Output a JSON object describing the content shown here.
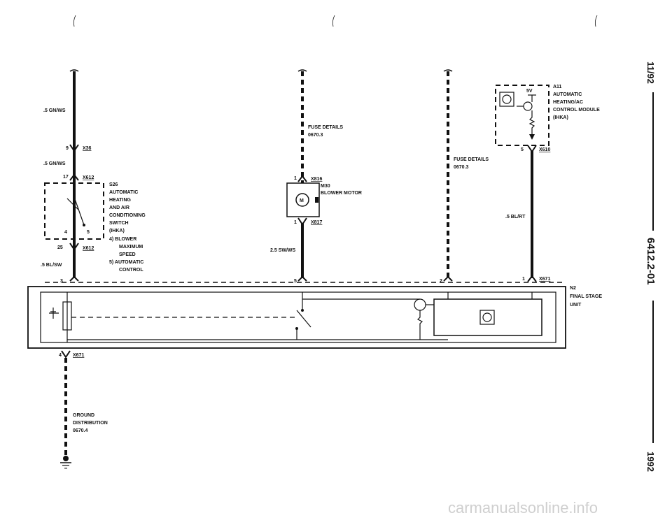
{
  "components": {
    "s26": {
      "code": "S26",
      "lines": [
        "AUTOMATIC",
        "HEATING",
        "AND AIR",
        "CONDITIONING",
        "SWITCH",
        "(IHKA)"
      ],
      "note_4": "4)  BLOWER",
      "note_4b": "MAXIMUM",
      "note_4c": "SPEED",
      "note_5": "5)  AUTOMATIC",
      "note_5b": "CONTROL",
      "pin_4": "4",
      "pin_5": "5"
    },
    "m30": {
      "code": "M30",
      "name": "BLOWER MOTOR",
      "symbol": "M"
    },
    "a11": {
      "code": "A11",
      "lines": [
        "AUTOMATIC",
        "HEATING/AC",
        "CONTROL MODULE",
        "(IHKA)"
      ],
      "voltage": "5V"
    },
    "n2": {
      "code": "N2",
      "lines": [
        "FINAL STAGE",
        "UNIT"
      ]
    }
  },
  "connectors": {
    "x36": {
      "label": "X36",
      "pin": "9"
    },
    "x612_top": {
      "label": "X612",
      "pin": "17"
    },
    "x612_bottom": {
      "label": "X612",
      "pin": "25"
    },
    "x816": {
      "label": "X816",
      "pin": "1"
    },
    "x817": {
      "label": "X817",
      "pin": "1"
    },
    "x610": {
      "label": "X610",
      "pin": "5"
    },
    "x671_top": {
      "label": "X671",
      "pin": "1"
    },
    "x671_bottom": {
      "label": "X671",
      "pin": "4"
    }
  },
  "wires": {
    "w1": ".5 GN/WS",
    "w2": ".5 GN/WS",
    "w3": ".5 BL/SW",
    "w4": "2.5 SW/WS",
    "w5": ".5 BL/RT"
  },
  "pins_n2": {
    "p3": "3",
    "p5": "5",
    "p2": "2"
  },
  "fuse_details": [
    {
      "title": "FUSE DETAILS",
      "ref": "0670.3"
    },
    {
      "title": "FUSE DETAILS",
      "ref": "0670.3"
    }
  ],
  "ground": {
    "lines": [
      "GROUND",
      "DISTRIBUTION",
      "0670.4"
    ]
  },
  "side": {
    "date": "11/92",
    "doc": "6412.2-01",
    "year": "1992"
  },
  "watermark": "carmanualsonline.info"
}
